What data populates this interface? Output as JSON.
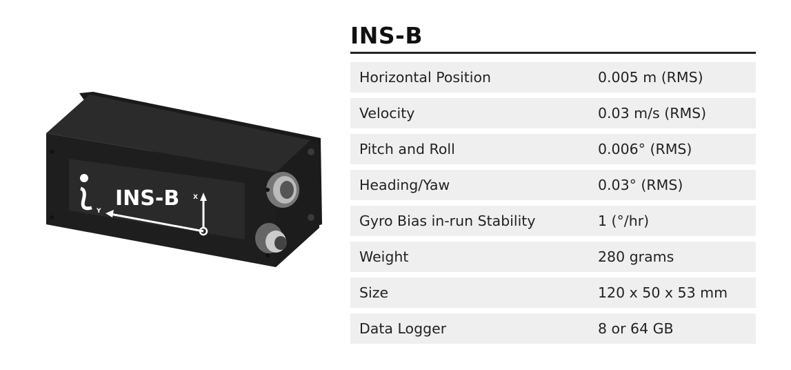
{
  "product": {
    "title": "INS-B",
    "image_label": {
      "name": "INS-B",
      "axis_x": "X",
      "axis_y": "Y"
    }
  },
  "specs": [
    {
      "label": "Horizontal Position",
      "value": "0.005 m (RMS)"
    },
    {
      "label": "Velocity",
      "value": "0.03 m/s (RMS)"
    },
    {
      "label": "Pitch and Roll",
      "value": "0.006° (RMS)"
    },
    {
      "label": "Heading/Yaw",
      "value": "0.03° (RMS)"
    },
    {
      "label": "Gyro Bias in-run Stability",
      "value": "1 (°/hr)"
    },
    {
      "label": "Weight",
      "value": "280 grams"
    },
    {
      "label": "Size",
      "value": "120 x 50 x 53 mm"
    },
    {
      "label": "Data Logger",
      "value": "8 or 64 GB"
    }
  ]
}
